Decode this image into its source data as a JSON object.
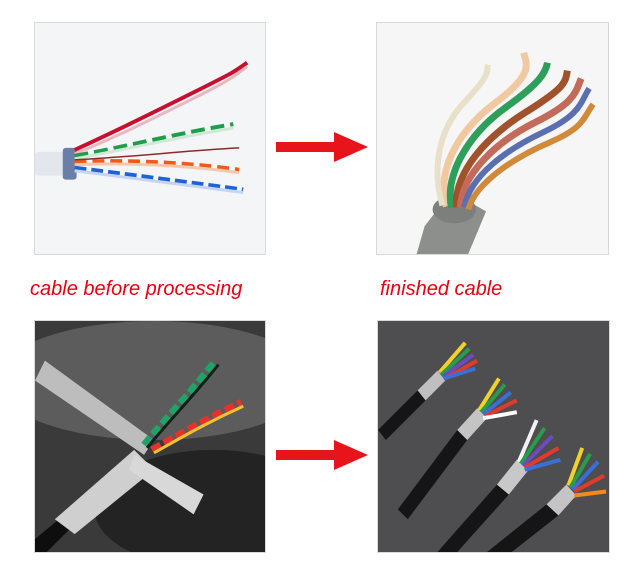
{
  "captions": {
    "before": "cable before processing",
    "after": "finished cable"
  },
  "colors": {
    "caption": "#e60012",
    "arrow": "#e8141c"
  },
  "images": [
    {
      "name": "cable-before-processing-photo-top",
      "depicts": "twisted-pair cable with red, green, orange and blue pairs"
    },
    {
      "name": "finished-cable-photo-top",
      "depicts": "stripped grey cable with multicolored wires"
    },
    {
      "name": "cable-before-processing-photo-bottom",
      "depicts": "braided shielded cable with twisted green and red/yellow pairs"
    },
    {
      "name": "finished-cable-photo-bottom",
      "depicts": "four processed shielded cables with colored wire ends"
    }
  ],
  "arrows": [
    {
      "name": "process-arrow-icon-top",
      "icon": "arrow-right-icon"
    },
    {
      "name": "process-arrow-icon-bottom",
      "icon": "arrow-right-icon"
    }
  ]
}
